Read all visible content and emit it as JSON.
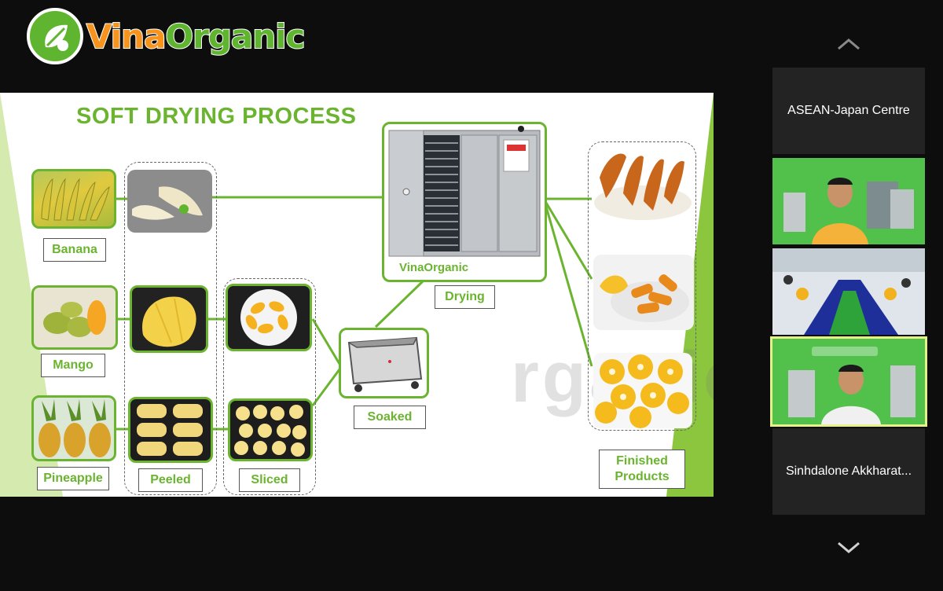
{
  "logo": {
    "part1": "Vina",
    "part2": "Organic"
  },
  "slide": {
    "title": "SOFT DRYING PROCESS",
    "rows": [
      {
        "fruit": "Banana"
      },
      {
        "fruit": "Mango"
      },
      {
        "fruit": "Pineapple"
      }
    ],
    "steps": {
      "peeled": "Peeled",
      "sliced": "Sliced",
      "soaked": "Soaked",
      "drying": "Drying",
      "finished_line1": "Finished",
      "finished_line2": "Products"
    },
    "machine_brand": "VinaOrganic",
    "watermark": "rganic"
  },
  "sidebar": {
    "participants": [
      {
        "name": "ASEAN-Japan Centre"
      },
      {
        "name": "Sinhdalone Akkharat..."
      }
    ]
  },
  "colors": {
    "brand_green": "#6ab42f",
    "brand_orange": "#f7941d",
    "active_border": "#e7f18a"
  },
  "icons": {
    "scroll_up": "chevron-up-icon",
    "scroll_down": "chevron-down-icon"
  }
}
